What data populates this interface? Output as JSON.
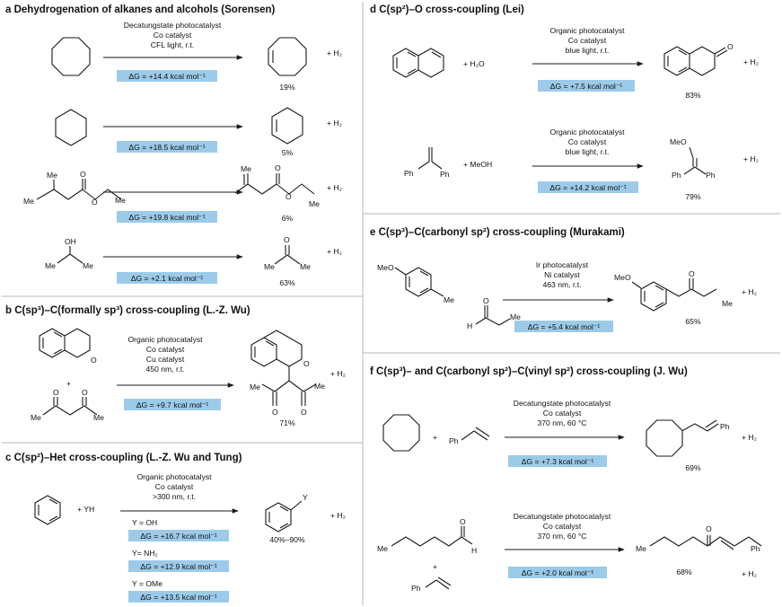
{
  "panel_a": {
    "letter": "a",
    "title": "Dehydrogenation of alkanes and alcohols (Sorensen)",
    "conditions": [
      "Decatungstate photocatalyst",
      "Co catalyst",
      "CFL light, r.t."
    ],
    "rows": [
      {
        "dg": "ΔG = +14.4 kcal mol⁻¹",
        "yield": "19%",
        "coproduct": "+ H₂"
      },
      {
        "dg": "ΔG = +18.5 kcal mol⁻¹",
        "yield": "5%",
        "coproduct": "+ H₂"
      },
      {
        "dg": "ΔG = +19.8 kcal mol⁻¹",
        "yield": "6%",
        "coproduct": "+ H₂",
        "labels": [
          "Me",
          "Me",
          "O",
          "O",
          "Me",
          "Me",
          "O",
          "O",
          "Me"
        ]
      },
      {
        "dg": "ΔG = +2.1 kcal mol⁻¹",
        "yield": "63%",
        "coproduct": "+ H₂",
        "labels": [
          "OH",
          "Me",
          "Me",
          "O",
          "Me",
          "Me"
        ]
      }
    ]
  },
  "panel_b": {
    "letter": "b",
    "title": "C(sp³)–C(formally sp³) cross-coupling (L.-Z. Wu)",
    "conditions": [
      "Organic photocatalyst",
      "Co catalyst",
      "Cu catalyst",
      "450 nm, r.t."
    ],
    "dg": "ΔG = +9.7 kcal mol⁻¹",
    "yield": "71%",
    "coproduct": "+ H₂",
    "plus": "+",
    "labels": [
      "O",
      "O",
      "O",
      "Me",
      "Me",
      "O",
      "O",
      "O",
      "Me",
      "Me"
    ]
  },
  "panel_c": {
    "letter": "c",
    "title": "C(sp²)–Het cross-coupling (L.-Z. Wu and Tung)",
    "conditions": [
      "Organic photocatalyst",
      "Co catalyst",
      ">300 nm, r.t."
    ],
    "reagent": "+ YH",
    "product_label": "Y",
    "yield": "40%–90%",
    "coproduct": "+ H₂",
    "variants": [
      {
        "y": "Y = OH",
        "dg": "ΔG = +16.7 kcal mol⁻¹"
      },
      {
        "y": "Y= NH₂",
        "dg": "ΔG = +12.9 kcal mol⁻¹"
      },
      {
        "y": "Y = OMe",
        "dg": "ΔG = +13.5 kcal mol⁻¹"
      }
    ]
  },
  "panel_d": {
    "letter": "d",
    "title": "C(sp²)–O cross-coupling (Lei)",
    "rows": [
      {
        "conditions": [
          "Organic photocatalyst",
          "Co catalyst",
          "blue light, r.t."
        ],
        "reagent": "+ H₂O",
        "dg": "ΔG = +7.5 kcal mol⁻¹",
        "yield": "83%",
        "coproduct": "+ H₂",
        "labels": [
          "O"
        ]
      },
      {
        "conditions": [
          "Organic photocatalyst",
          "Co catalyst",
          "blue light, r.t."
        ],
        "reagent": "+ MeOH",
        "dg": "ΔG = +14.2 kcal mol⁻¹",
        "yield": "79%",
        "coproduct": "+ H₂",
        "labels": [
          "Ph",
          "Ph",
          "MeO",
          "Ph",
          "Ph"
        ]
      }
    ]
  },
  "panel_e": {
    "letter": "e",
    "title": "C(sp³)–C(carbonyl sp²) cross-coupling (Murakami)",
    "conditions": [
      "Ir photocatalyst",
      "Ni catalyst",
      "463 nm, r.t."
    ],
    "dg": "ΔG = +5.4 kcal mol⁻¹",
    "yield": "65%",
    "coproduct": "+ H₂",
    "labels": [
      "MeO",
      "Me",
      "O",
      "H",
      "Me",
      "MeO",
      "O",
      "Me"
    ]
  },
  "panel_f": {
    "letter": "f",
    "title": "C(sp³)– and C(carbonyl sp²)–C(vinyl sp²) cross-coupling (J. Wu)",
    "rows": [
      {
        "conditions": [
          "Decatungstate photocatalyst",
          "Co catalyst",
          "370 nm, 60 °C"
        ],
        "reagent_label": "Ph",
        "plus": "+",
        "dg": "ΔG = +7.3 kcal mol⁻¹",
        "yield": "69%",
        "coproduct": "+ H₂",
        "product_label": "Ph"
      },
      {
        "conditions": [
          "Decatungstate photocatalyst",
          "Co catalyst",
          "370 nm, 60 °C"
        ],
        "plus": "+",
        "dg": "ΔG = +2.0 kcal mol⁻¹",
        "yield": "68%",
        "coproduct": "+ H₂",
        "labels": [
          "O",
          "Me",
          "H",
          "Ph",
          "Me",
          "O",
          "Ph"
        ]
      }
    ]
  },
  "colors": {
    "dg_box": "#9ccbe9",
    "divider": "#b9b9b9",
    "ink": "#1a1a1a"
  }
}
